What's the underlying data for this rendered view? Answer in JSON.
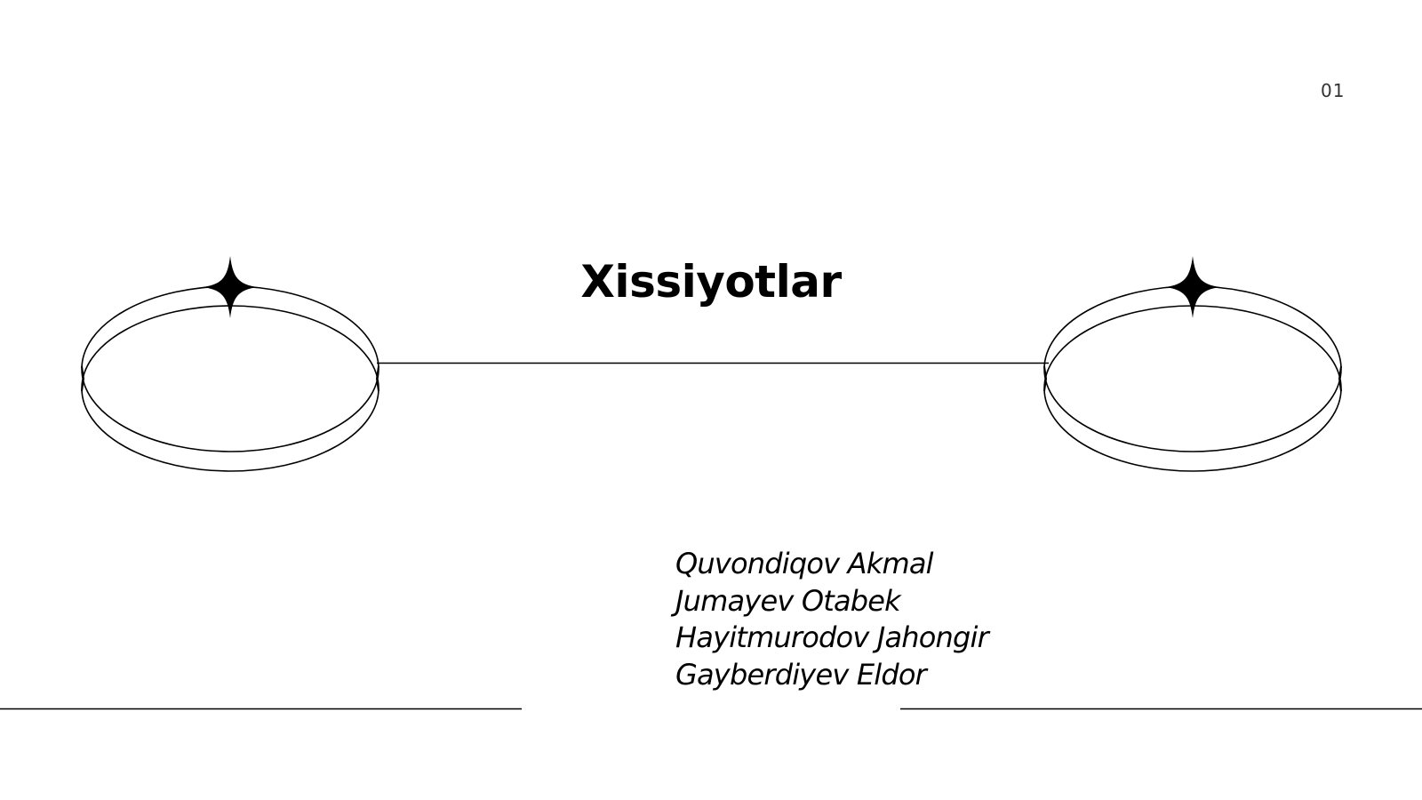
{
  "slide": {
    "page_number": "01",
    "title": "Xissiyotlar",
    "authors": [
      "Quvondiqov Akmal",
      "Jumayev Otabek",
      "Hayitmurodov Jahongir",
      "Gayberdiyev Eldor"
    ]
  },
  "decor": {
    "left_ornament": "ring-with-star-icon",
    "right_ornament": "ring-with-star-icon",
    "line_color": "#000000",
    "background_color": "#ffffff"
  }
}
